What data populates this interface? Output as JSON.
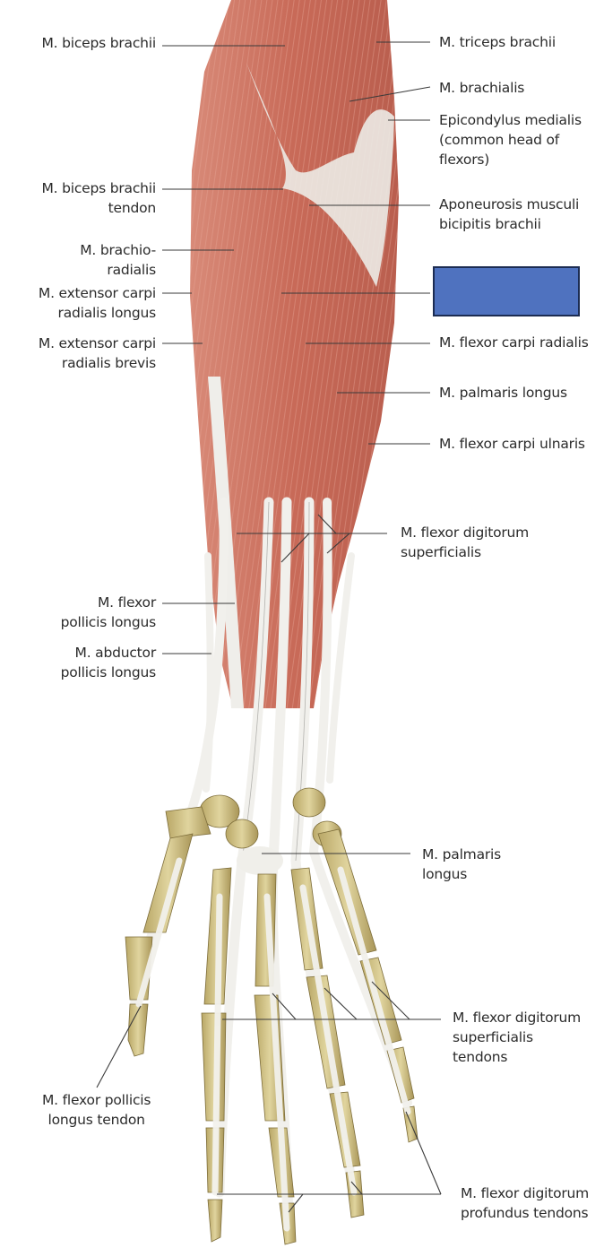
{
  "figure": {
    "description": "Anterior view of the right forearm and hand: superficial flexor muscles and tendons",
    "colors": {
      "muscle": "#c9705f",
      "muscle_light": "#dc9a88",
      "tendon": "#eeeeea",
      "bone": "#cdbf84",
      "leader_line": "#3a3a3a",
      "masked_box_fill": "#4f72bf",
      "masked_box_border": "#1c2c52"
    }
  },
  "labels_left": [
    {
      "id": "biceps-brachii",
      "lines": [
        "M. biceps brachii"
      ]
    },
    {
      "id": "biceps-brachii-tendon",
      "lines": [
        "M. biceps brachii",
        "tendon"
      ]
    },
    {
      "id": "brachioradialis",
      "lines": [
        "M. brachio-",
        "radialis"
      ]
    },
    {
      "id": "ext-carpi-rad-longus",
      "lines": [
        "M. extensor carpi",
        "radialis longus"
      ]
    },
    {
      "id": "ext-carpi-rad-brevis",
      "lines": [
        "M. extensor carpi",
        "radialis brevis"
      ]
    },
    {
      "id": "flexor-pollicis-longus",
      "lines": [
        "M. flexor",
        "pollicis longus"
      ]
    },
    {
      "id": "abductor-pollicis-longus",
      "lines": [
        "M. abductor",
        "pollicis longus"
      ]
    },
    {
      "id": "flexor-pollicis-longus-tendon",
      "lines": [
        "M. flexor pollicis",
        "longus tendon"
      ]
    }
  ],
  "labels_right": [
    {
      "id": "triceps-brachii",
      "lines": [
        "M. triceps brachii"
      ]
    },
    {
      "id": "brachialis",
      "lines": [
        "M. brachialis"
      ]
    },
    {
      "id": "epicondylus-medialis",
      "lines": [
        "Epicondylus medialis",
        "(common head of",
        "flexors)"
      ]
    },
    {
      "id": "aponeurosis",
      "lines": [
        "Aponeurosis musculi",
        "bicipitis brachii"
      ]
    },
    {
      "id": "masked-label",
      "lines": [],
      "masked": true
    },
    {
      "id": "flexor-carpi-radialis",
      "lines": [
        "M. flexor carpi radialis"
      ]
    },
    {
      "id": "palmaris-longus",
      "lines": [
        "M. palmaris longus"
      ]
    },
    {
      "id": "flexor-carpi-ulnaris",
      "lines": [
        "M. flexor carpi ulnaris"
      ]
    },
    {
      "id": "flexor-digitorum-superficialis",
      "lines": [
        "M. flexor digitorum",
        "superficialis"
      ]
    },
    {
      "id": "palmaris-longus-hand",
      "lines": [
        "M. palmaris",
        "longus"
      ]
    },
    {
      "id": "fds-tendons",
      "lines": [
        "M. flexor digitorum",
        "superficialis",
        "tendons"
      ]
    },
    {
      "id": "fdp-tendons",
      "lines": [
        "M. flexor digitorum",
        "profundus tendons"
      ]
    }
  ]
}
